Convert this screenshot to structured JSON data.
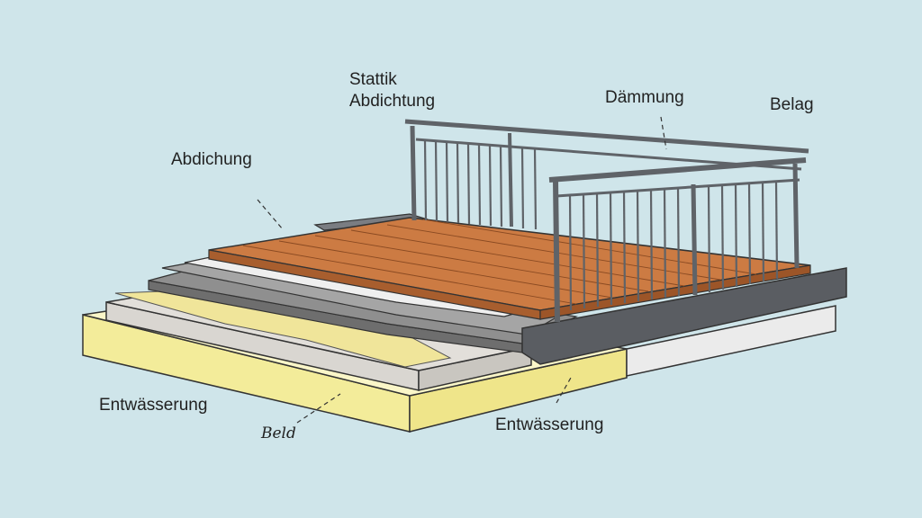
{
  "diagram": {
    "colors": {
      "background": "#cfe5ea",
      "wood": "#c4753f",
      "insulation": "#f5eea0",
      "concrete": "#d8d6d2",
      "membrane": "#8c8c8c",
      "railing": "#8f9499",
      "outline": "#333333"
    },
    "labels": {
      "statik_line1": "Stattik",
      "statik_line2": "Abdichtung",
      "daemmung": "Dämmung",
      "belag": "Belag",
      "abdichung": "Abdichung",
      "entwaesserung_left": "Entwässerung",
      "beld": "Beld",
      "entwaesserung_bottom": "Entwässerung"
    }
  }
}
